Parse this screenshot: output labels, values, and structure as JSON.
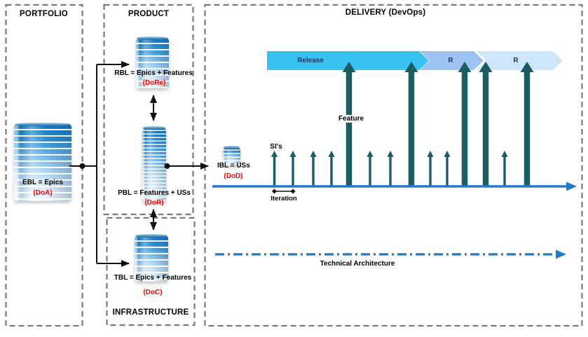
{
  "colors": {
    "band_release": "#38C2F0",
    "band_r2": "#9CC3F1",
    "band_r3": "#CDE6F9",
    "band_text_navy": "#1F3864",
    "teal_arrow": "#1C5D63",
    "timeline_blue": "#2379C7",
    "connector_black": "#111111",
    "box_border_gray": "#7A7A7A",
    "label_red": "#FF0000",
    "cyl_dark": "#1275BD",
    "cyl_light": "#D9ECFA"
  },
  "portfolio": {
    "title": "PORTFOLIO"
  },
  "product": {
    "title": "PRODUCT"
  },
  "infrastructure": {
    "title": "INFRASTRUCTURE"
  },
  "delivery": {
    "title": "DELIVERY (DevOps)",
    "bands": [
      {
        "label": "Release"
      },
      {
        "label": "R"
      },
      {
        "label": "R"
      }
    ],
    "feature_label": "Feature",
    "si_label": "SI's",
    "iteration_label": "Iteration",
    "tech_arch_label": "Technical Architecture"
  },
  "backlogs": {
    "ebl": {
      "label": "EBL = Epics",
      "gate": "(DoA)"
    },
    "rbl": {
      "label": "RBL = Epics + Features",
      "gate": "(DoRe)"
    },
    "pbl": {
      "label": "PBL = Features + USs",
      "gate": "(DoR)"
    },
    "tbl": {
      "label": "TBL = Epics + Features",
      "gate": "(DoC)"
    },
    "ibl": {
      "label": "IBL = USs",
      "gate": "(DoD)"
    }
  }
}
